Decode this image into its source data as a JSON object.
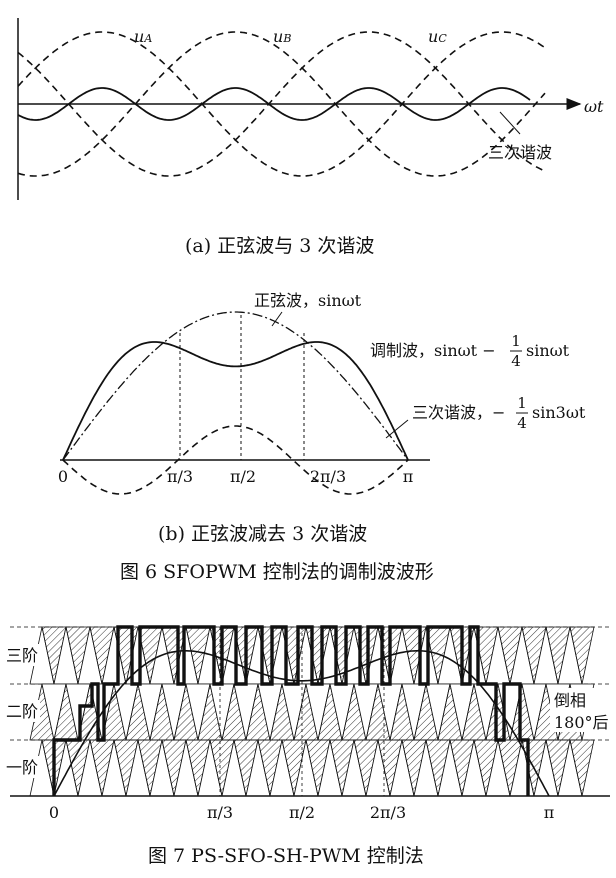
{
  "figure_a": {
    "labels": {
      "ua": "u",
      "ua_sub": "A",
      "ub": "u",
      "ub_sub": "B",
      "uc": "u",
      "uc_sub": "C",
      "wt": "ωt",
      "third": "三次谐波"
    },
    "caption": "(a)  正弦波与 3 次谐波"
  },
  "figure_b": {
    "labels": {
      "sine": "正弦波，sinωt",
      "mod_a": "调制波，sinωt −",
      "mod_frac_num": "1",
      "mod_frac_den": "4",
      "mod_b": "sinωt",
      "third_a": "三次谐波，−",
      "third_frac_num": "1",
      "third_frac_den": "4",
      "third_b": "sin3ωt"
    },
    "ticks": [
      "0",
      "π/3",
      "π/2",
      "2π/3",
      "π"
    ],
    "caption": "(b)  正弦波减去 3 次谐波"
  },
  "figure6_caption": "图 6    SFOPWM 控制法的调制波波形",
  "figure7": {
    "levels": [
      "三阶",
      "二阶",
      "一阶"
    ],
    "note_line1": "倒相",
    "note_line2": "180°后",
    "ticks": [
      "0",
      "π/3",
      "π/2",
      "2π/3",
      "π"
    ],
    "caption": "图 7    PS-SFO-SH-PWM 控制法"
  }
}
